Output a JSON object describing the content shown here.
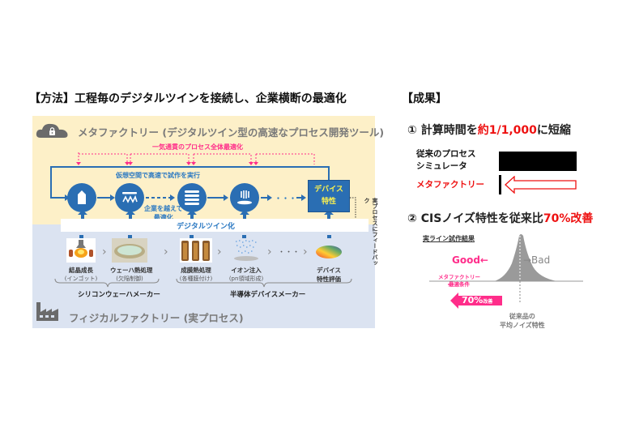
{
  "method": {
    "title": "【方法】工程毎のデジタルツインを接続し、企業横断の最適化",
    "meta_factory_title": "メタファクトリー (デジタルツイン型の高速なプロセス開発ツール)",
    "global_opt_label": "一気通貫のプロセス全体最適化",
    "virtual_label": "仮想空間で高速で試作を実行",
    "cross_company_label_1": "企業を越えて",
    "cross_company_label_2": "最適化",
    "ellipsis": "・・・",
    "device_box_line1": "デバイス",
    "device_box_line2": "特性",
    "digital_twin_label": "デジタルツイン化",
    "feedback_label": "実プロセスにフィードバック",
    "stages": [
      {
        "name": "結晶成長",
        "sub": "(インゴット)"
      },
      {
        "name": "ウェーハ熱処理",
        "sub": "(欠陥制御)"
      },
      {
        "name": "成膜熱処理",
        "sub": "(各種膜付け)"
      },
      {
        "name": "イオン注入",
        "sub": "(pn領域形成)"
      },
      {
        "name": "デバイス",
        "sub": "特性評価"
      }
    ],
    "stage_ellipsis": "・・・",
    "maker_silicon": "シリコンウェーハメーカー",
    "maker_semi": "半導体デバイスメーカー",
    "physical_factory_title": "フィジカルファクトリー (実プロセス)",
    "icons": {
      "cloud": "cloud-lock-icon",
      "factory": "factory-icon"
    },
    "colors": {
      "meta_bg": "#fdf0c8",
      "physical_bg": "#dbe3f1",
      "process_blue": "#2a6eb3",
      "accent_pink": "#ff2d8a",
      "device_text_yellow": "#fff34d"
    }
  },
  "results": {
    "title": "【成果】",
    "item1": {
      "prefix": "① 計算時間を",
      "highlight": "約1/1,000",
      "suffix": "に短縮",
      "bars": [
        {
          "label_line1": "従来のプロセス",
          "label_line2": "シミュレータ",
          "relative_time": 1.0
        },
        {
          "label_line1": "メタファクトリー",
          "label_line2": "",
          "relative_time": 0.001
        }
      ]
    },
    "item2": {
      "prefix": "② CISノイズ特性を従来比",
      "highlight": "70%改善",
      "trial_label": "実ライン試作結果",
      "good_label": "Good←",
      "bad_label": "→Bad",
      "meta_cond_line1": "メタファクトリー",
      "meta_cond_line2": "最適条件",
      "improve_big": "70%",
      "improve_small": "改善",
      "conventional_line1": "従来品の",
      "conventional_line2": "平均ノイズ特性",
      "improvement_percent": 70
    },
    "colors": {
      "highlight_red": "#ee1111",
      "pink": "#ff2d8a",
      "distribution_gray": "#9a9a9a"
    }
  }
}
